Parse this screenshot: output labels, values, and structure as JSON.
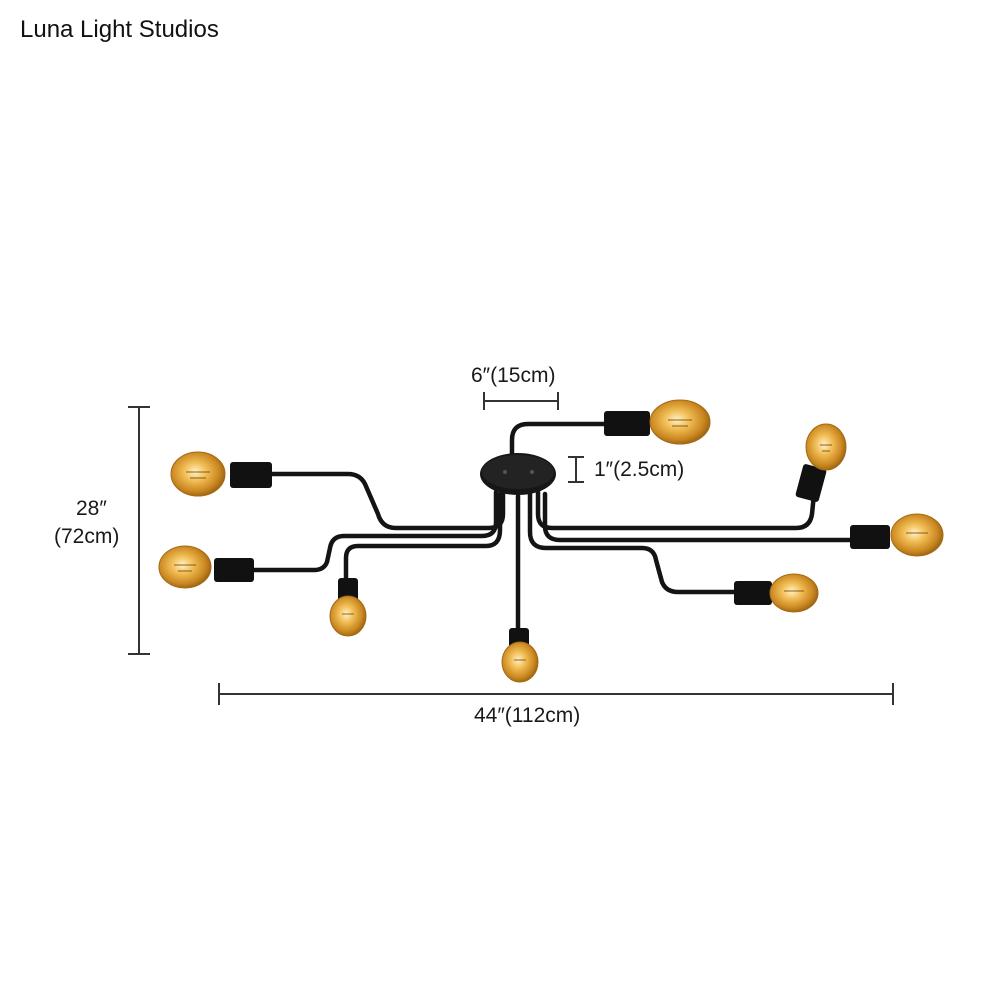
{
  "brand": {
    "name": "Luna Light Studios"
  },
  "dimensions": {
    "canopy_width": "6″(15cm)",
    "canopy_height": "1″(2.5cm)",
    "height_in": "28″",
    "height_cm": "(72cm)",
    "width": "44″(112cm)"
  },
  "product": {
    "fixture": "8-light sputnik semi flush ceiling light",
    "finish_color": "#141414",
    "bulb_color": "#d99a2b"
  }
}
